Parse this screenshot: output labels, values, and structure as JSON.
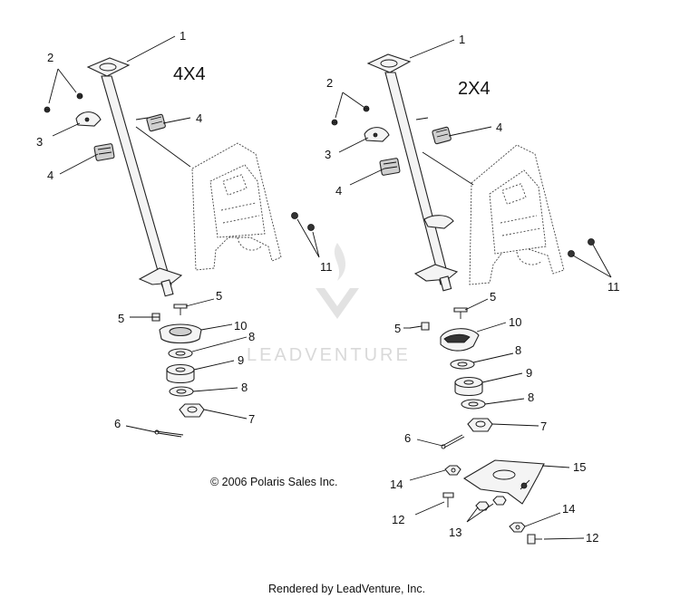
{
  "views": {
    "left": {
      "title": "4X4"
    },
    "right": {
      "title": "2X4"
    }
  },
  "callouts": {
    "left": [
      "1",
      "2",
      "3",
      "4",
      "4",
      "11",
      "5",
      "5",
      "10",
      "8",
      "9",
      "8",
      "7",
      "6"
    ],
    "right": [
      "1",
      "2",
      "3",
      "4",
      "4",
      "11",
      "5",
      "5",
      "10",
      "8",
      "9",
      "8",
      "7",
      "6",
      "15",
      "14",
      "12",
      "13",
      "14",
      "12"
    ]
  },
  "copyright": "© 2006 Polaris Sales Inc.",
  "watermark": "LEADVENTURE",
  "footer": "Rendered by LeadVenture, Inc.",
  "colors": {
    "line": "#111111",
    "watermark": "#d9d9d9"
  }
}
